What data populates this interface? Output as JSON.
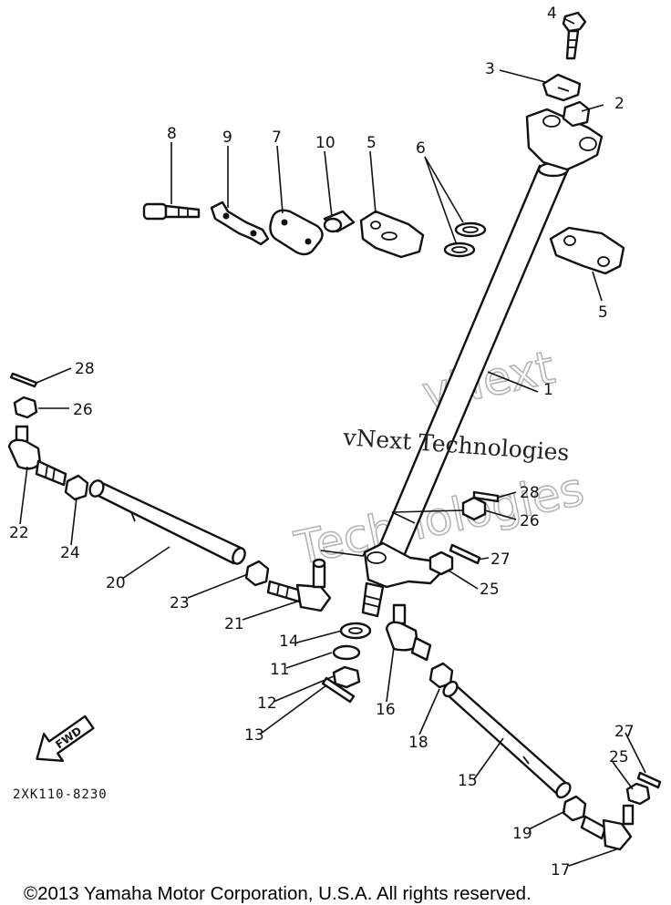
{
  "diagram_code": "2XK110-8230",
  "copyright": "©2013 Yamaha Motor Corporation, U.S.A. All rights reserved.",
  "watermark_primary": "vNext Technologies",
  "watermark_secondary_1": "vNext",
  "watermark_secondary_2": "Technologies",
  "direction_label": "FWD",
  "callouts": [
    "1",
    "2",
    "3",
    "4",
    "5",
    "5",
    "6",
    "7",
    "8",
    "9",
    "10",
    "11",
    "12",
    "13",
    "14",
    "15",
    "16",
    "17",
    "18",
    "19",
    "20",
    "21",
    "22",
    "23",
    "24",
    "25",
    "25",
    "26",
    "26",
    "27",
    "27",
    "28",
    "28"
  ]
}
